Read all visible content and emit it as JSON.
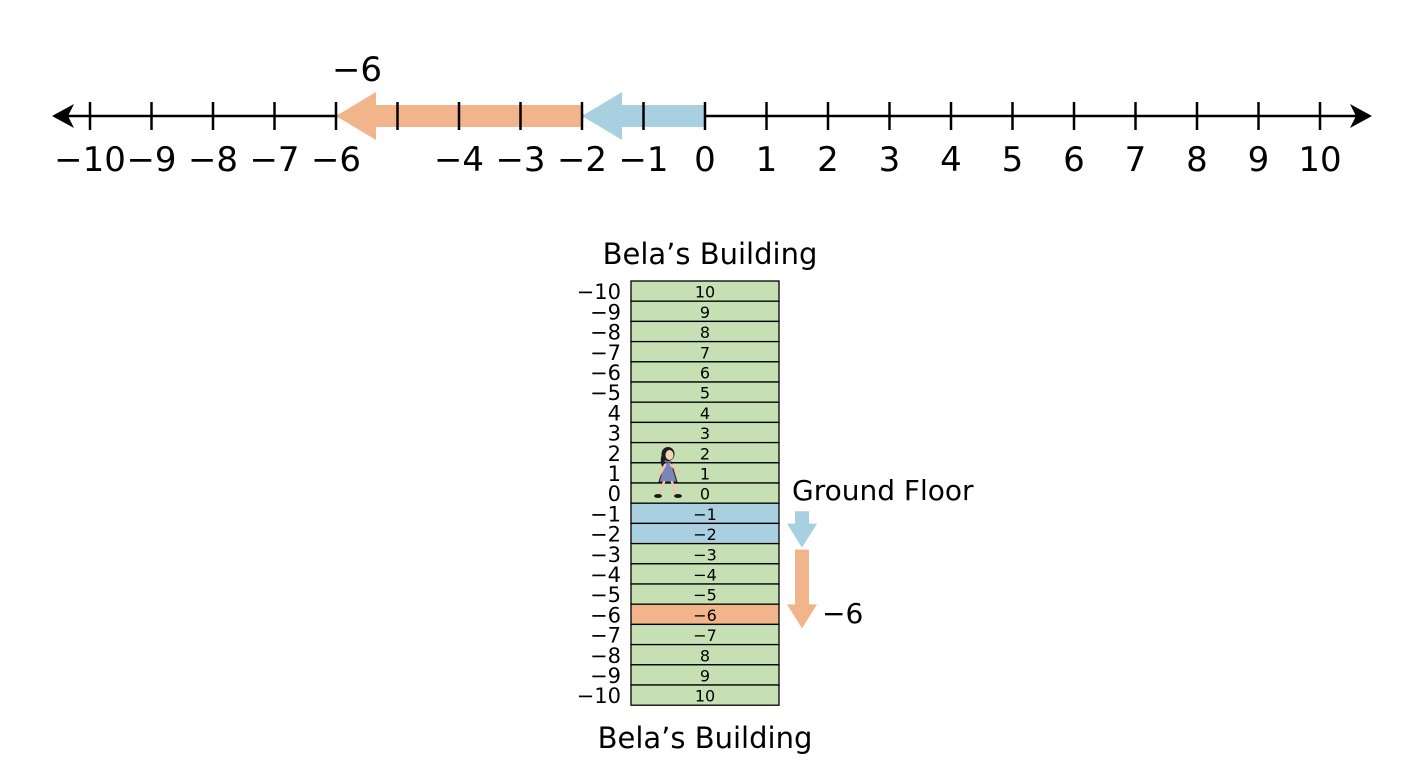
{
  "number_line": {
    "result_label": "−6",
    "ticks": [
      {
        "value": -10,
        "label": "−10"
      },
      {
        "value": -9,
        "label": "−9"
      },
      {
        "value": -8,
        "label": "−8"
      },
      {
        "value": -7,
        "label": "−7"
      },
      {
        "value": -6,
        "label": "−6"
      },
      {
        "value": -5,
        "label": ""
      },
      {
        "value": -4,
        "label": "−4"
      },
      {
        "value": -3,
        "label": "−3"
      },
      {
        "value": -2,
        "label": "−2"
      },
      {
        "value": -1,
        "label": "−1"
      },
      {
        "value": 0,
        "label": "0"
      },
      {
        "value": 1,
        "label": "1"
      },
      {
        "value": 2,
        "label": "2"
      },
      {
        "value": 3,
        "label": "3"
      },
      {
        "value": 4,
        "label": "4"
      },
      {
        "value": 5,
        "label": "5"
      },
      {
        "value": 6,
        "label": "6"
      },
      {
        "value": 7,
        "label": "7"
      },
      {
        "value": 8,
        "label": "8"
      },
      {
        "value": 9,
        "label": "9"
      },
      {
        "value": 10,
        "label": "10"
      }
    ],
    "moves": [
      {
        "from": 0,
        "to": -2,
        "color": "#a8d0e0"
      },
      {
        "from": -2,
        "to": -6,
        "color": "#f2b48a"
      }
    ]
  },
  "building": {
    "title_top": "Bela’s Building",
    "title_bottom": "Bela’s Building",
    "ground_label": "Ground Floor",
    "result_label": "−6",
    "floors": [
      {
        "left": "−10",
        "inner": "10",
        "color": "#c6e0b4"
      },
      {
        "left": "−9",
        "inner": "9",
        "color": "#c6e0b4"
      },
      {
        "left": "−8",
        "inner": "8",
        "color": "#c6e0b4"
      },
      {
        "left": "−7",
        "inner": "7",
        "color": "#c6e0b4"
      },
      {
        "left": "−6",
        "inner": "6",
        "color": "#c6e0b4"
      },
      {
        "left": "−5",
        "inner": "5",
        "color": "#c6e0b4"
      },
      {
        "left": "4",
        "inner": "4",
        "color": "#c6e0b4"
      },
      {
        "left": "3",
        "inner": "3",
        "color": "#c6e0b4"
      },
      {
        "left": "2",
        "inner": "2",
        "color": "#c6e0b4"
      },
      {
        "left": "1",
        "inner": "1",
        "color": "#c6e0b4"
      },
      {
        "left": "0",
        "inner": "0",
        "color": "#c6e0b4"
      },
      {
        "left": "−1",
        "inner": "−1",
        "color": "#a8d0e0"
      },
      {
        "left": "−2",
        "inner": "−2",
        "color": "#a8d0e0"
      },
      {
        "left": "−3",
        "inner": "−3",
        "color": "#c6e0b4"
      },
      {
        "left": "−4",
        "inner": "−4",
        "color": "#c6e0b4"
      },
      {
        "left": "−5",
        "inner": "−5",
        "color": "#c6e0b4"
      },
      {
        "left": "−6",
        "inner": "−6",
        "color": "#f2b48a"
      },
      {
        "left": "−7",
        "inner": "−7",
        "color": "#c6e0b4"
      },
      {
        "left": "−8",
        "inner": "8",
        "color": "#c6e0b4"
      },
      {
        "left": "−9",
        "inner": "9",
        "color": "#c6e0b4"
      },
      {
        "left": "−10",
        "inner": "10",
        "color": "#c6e0b4"
      }
    ],
    "person_icon": "walking-girl-icon",
    "down_arrows": [
      {
        "from": 0,
        "to": -2,
        "color": "#a8d0e0"
      },
      {
        "from": -2,
        "to": -6,
        "color": "#f2b48a"
      }
    ]
  }
}
